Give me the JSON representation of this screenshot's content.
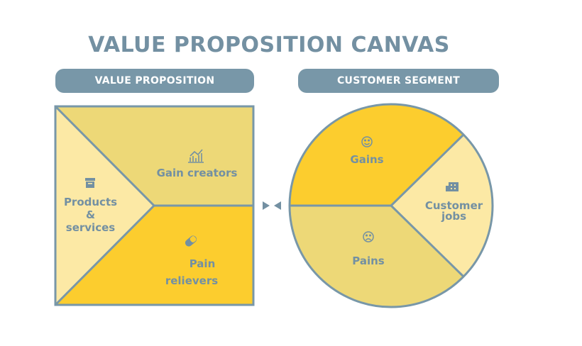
{
  "title": "VALUE PROPOSITION CANVAS",
  "value_proposition": {
    "header": "VALUE PROPOSITION",
    "gain_creators": "Gain creators",
    "products_services": [
      "Products",
      "&",
      "services"
    ],
    "pain_relievers": [
      "Pain",
      "relievers"
    ]
  },
  "customer_segment": {
    "header": "CUSTOMER SEGMENT",
    "gains": "Gains",
    "customer_jobs": [
      "Customer",
      "jobs"
    ],
    "pains": "Pains"
  },
  "colors": {
    "accent": "#7897A8",
    "light_yellow": "#FCE9A5",
    "mid_yellow": "#EDD877",
    "bright_yellow": "#FCCD2E",
    "outline": "#7897A8"
  },
  "icons": {
    "gain_creators": "chart-icon",
    "products_services": "box-icon",
    "pain_relievers": "pill-icon",
    "gains": "smile-icon",
    "customer_jobs": "building-icon",
    "pains": "sad-icon",
    "connector": "arrows-icon"
  }
}
